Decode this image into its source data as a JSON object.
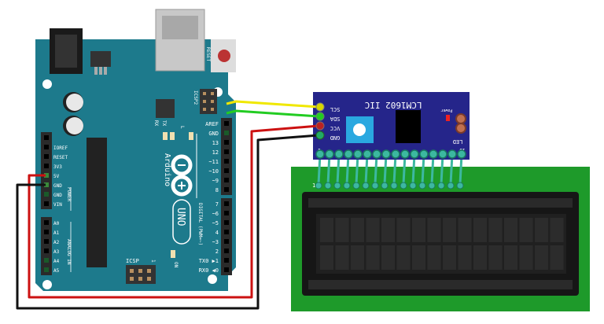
{
  "colors": {
    "arduino_board": "#1d7a8c",
    "i2c_module": "#25258a",
    "lcd_pcb": "#1e9a2a",
    "wire_scl": "#f0e800",
    "wire_sda": "#22cc22",
    "wire_vcc": "#cc1111",
    "wire_gnd": "#111111",
    "potentiometer": "#2aa8e0"
  },
  "arduino": {
    "brand": "Arduino",
    "trademark": "TM",
    "model": "UNO",
    "reset_label": "RESET",
    "icsp2_label": "ICSP2",
    "icsp_label": "ICSP",
    "icsp_pin1": "1",
    "tx_label": "TX",
    "rx_label": "RX",
    "l_label": "L",
    "on_label": "ON",
    "digital_label": "DIGITAL (PWM=~)",
    "power_label": "POWER",
    "analog_label": "ANALOG IN",
    "digital_pins": [
      "AREF",
      "GND",
      "13",
      "12",
      "~11",
      "~10",
      "~9",
      "8",
      "7",
      "~6",
      "~5",
      "4",
      "~3",
      "2",
      "TX0 ▶1",
      "RX0 ◀0"
    ],
    "power_pins": [
      "",
      "IOREF",
      "RESET",
      "3V3",
      "5V",
      "GND",
      "GND",
      "VIN"
    ],
    "analog_pins": [
      "A0",
      "A1",
      "A2",
      "A3",
      "A4",
      "A5"
    ]
  },
  "i2c_module": {
    "title": "LCM1602 IIC",
    "pins": [
      "SCL",
      "SDA",
      "VCC",
      "GND"
    ],
    "power_label": "Power",
    "led_label": "LED",
    "pin_first": "1",
    "pin_last": "16"
  },
  "lcd": {
    "pin_first": "1"
  }
}
